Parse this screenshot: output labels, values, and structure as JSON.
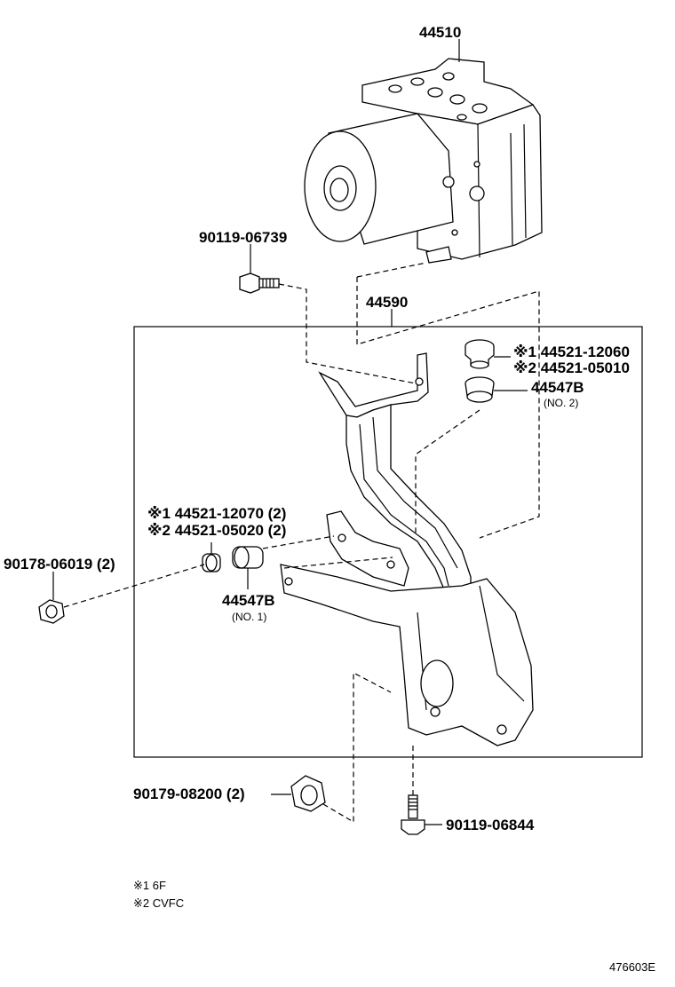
{
  "labels": {
    "actuator": "44510",
    "bracket": "44590",
    "bolt_top": "90119-06739",
    "cushion_right_1": "※1 44521-12060",
    "cushion_right_2": "※2 44521-05010",
    "grommet_right": "44547B",
    "grommet_right_sub": "(NO. 2)",
    "cushion_left_1": "※1 44521-12070 (2)",
    "cushion_left_2": "※2 44521-05020 (2)",
    "nut_left": "90178-06019 (2)",
    "grommet_left": "44547B",
    "grommet_left_sub": "(NO. 1)",
    "nut_bottom": "90179-08200 (2)",
    "bolt_bottom": "90119-06844"
  },
  "notes": [
    "※1 6F",
    "※2 CVFC"
  ],
  "diagram_id": "476603E"
}
